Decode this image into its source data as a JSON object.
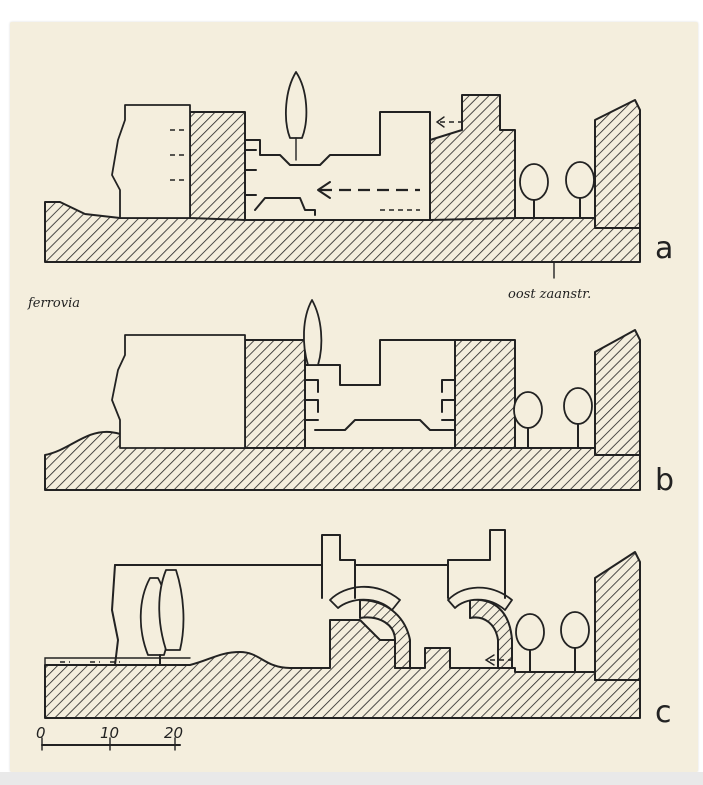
{
  "labels": {
    "section_a": "a",
    "section_b": "b",
    "section_c": "c",
    "ferrovia": "ferrovia",
    "oost_zaanstr": "oost zaanstr."
  },
  "scale_bar": {
    "ticks": [
      "0",
      "10",
      "20"
    ]
  }
}
